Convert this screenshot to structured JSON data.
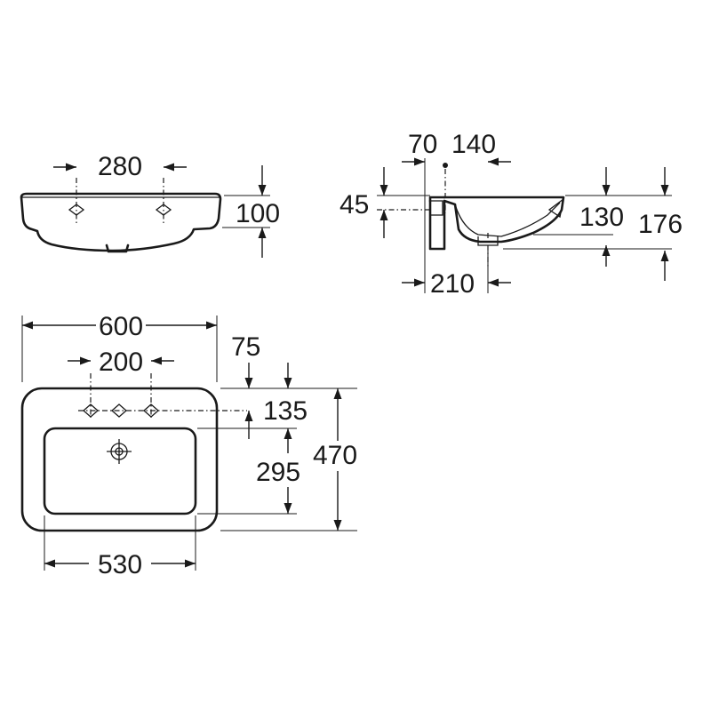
{
  "dimensions": {
    "front_hole_spacing": "280",
    "front_height": "100",
    "side_offset_70": "70",
    "side_offset_140": "140",
    "side_depth_45": "45",
    "side_depth_130": "130",
    "side_height_176": "176",
    "side_width_210": "210",
    "plan_width": "600",
    "plan_hole_spacing": "200",
    "plan_offset_75": "75",
    "plan_offset_135": "135",
    "plan_bowl_depth": "295",
    "plan_depth": "470",
    "plan_bowl_width": "530"
  }
}
